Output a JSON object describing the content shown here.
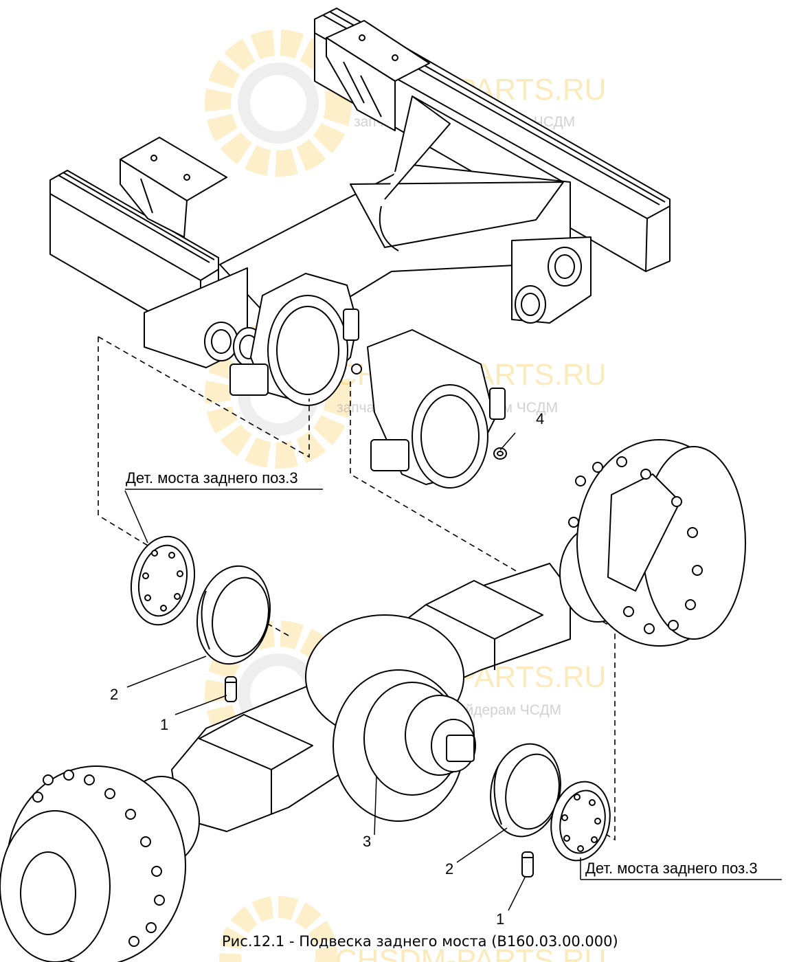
{
  "figure": {
    "caption": "Рис.12.1 - Подвеска заднего моста (В160.03.00.000)"
  },
  "watermark": {
    "brand": "CHSDM-PARTS.RU",
    "tagline": "запчасти к автогрейдерам ЧСДМ",
    "brand_color": "#f4c542"
  },
  "callouts": {
    "part_1": "1",
    "part_2": "2",
    "part_3": "3",
    "part_4": "4",
    "note_left": "Дет. моста заднего поз.3",
    "note_right": "Дет. моста заднего поз.3"
  },
  "icons": {
    "watermark_logo": "gear-logo-icon"
  }
}
